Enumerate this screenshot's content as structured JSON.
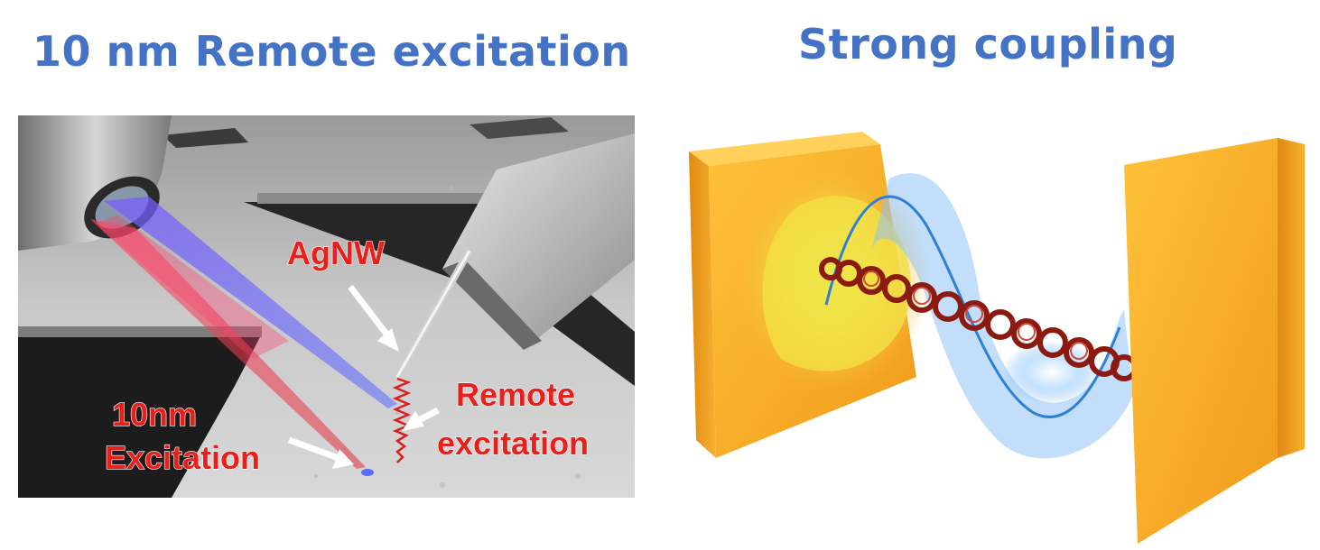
{
  "titles": {
    "left": "10 nm Remote excitation",
    "right": "Strong coupling"
  },
  "left_panel": {
    "labels": {
      "agnw": "AgNW",
      "remote_line1": "Remote",
      "remote_line2": "excitation",
      "tennm_line1": "10nm",
      "tennm_line2": "Excitation"
    }
  },
  "colors": {
    "title": "#4472c4",
    "label_red": "#e8201c",
    "mirror_gold": "#f5a623",
    "molecule_red": "#8b1a10",
    "wave_blue": "#2f7fd6"
  }
}
